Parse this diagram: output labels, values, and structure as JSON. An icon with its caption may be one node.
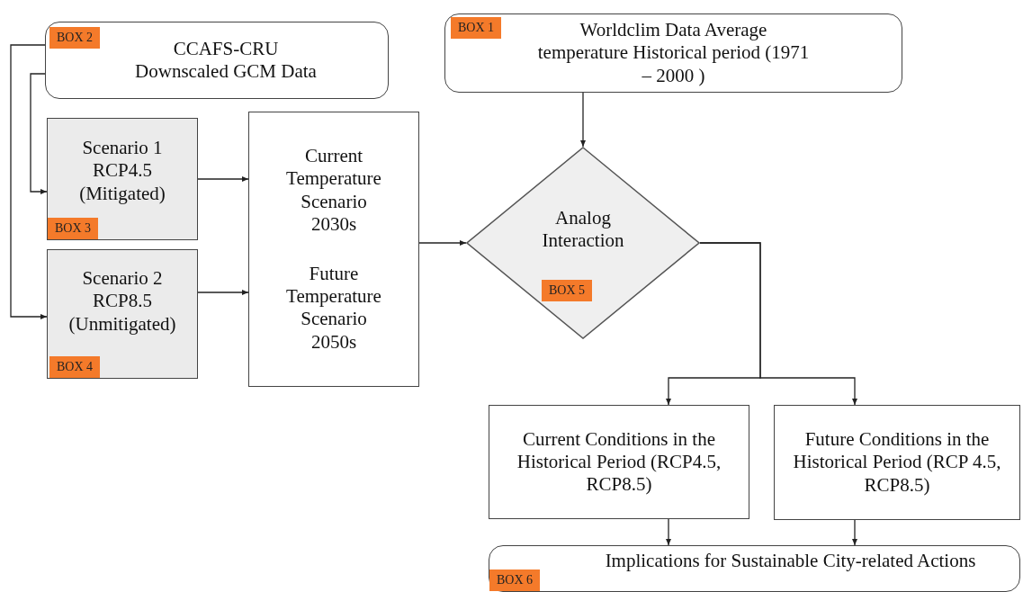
{
  "diagram": {
    "nodes": [
      {
        "text": [
          "BOX 2",
          "CCAFS-CRU Downscaled GCM Data"
        ]
      },
      {
        "text": [
          "BOX 1",
          "Worldclim Data Average temperature Historical period (1971 – 2000 )"
        ]
      },
      {
        "text": [
          "Scenario 1 RCP4.5 (Mitigated)",
          "BOX 3"
        ]
      },
      {
        "text": [
          "Scenario 2 RCP8.5 (Unmitigated)",
          "BOX 4"
        ]
      },
      {
        "text": [
          "Current Temperature Scenario 2030s",
          "Future Temperature Scenario 2050s"
        ]
      },
      {
        "text": [
          "Analog Interaction",
          "BOX 5"
        ]
      },
      {
        "text": [
          "Current Conditions in the Historical Period (RCP4.5, RCP8.5)"
        ]
      },
      {
        "text": [
          "Future Conditions in the Historical Period (RCP 4.5, RCP8.5)"
        ]
      },
      {
        "text": [
          "Implications for Sustainable City-related Actions",
          "BOX 6"
        ]
      }
    ],
    "edges": [
      {
        "from": 0,
        "to": 2,
        "arrow": "to"
      },
      {
        "from": 0,
        "to": 3,
        "arrow": "to"
      },
      {
        "from": 1,
        "to": 5,
        "arrow": "to"
      },
      {
        "from": 2,
        "to": 4,
        "arrow": "to"
      },
      {
        "from": 3,
        "to": 4,
        "arrow": "to"
      },
      {
        "from": 4,
        "to": 5,
        "arrow": "to"
      },
      {
        "from": 5,
        "to": 6,
        "arrow": "to"
      },
      {
        "from": 5,
        "to": 7,
        "arrow": "to"
      },
      {
        "from": 6,
        "to": 8,
        "arrow": "to"
      },
      {
        "from": 7,
        "to": 8,
        "arrow": "to"
      }
    ]
  }
}
